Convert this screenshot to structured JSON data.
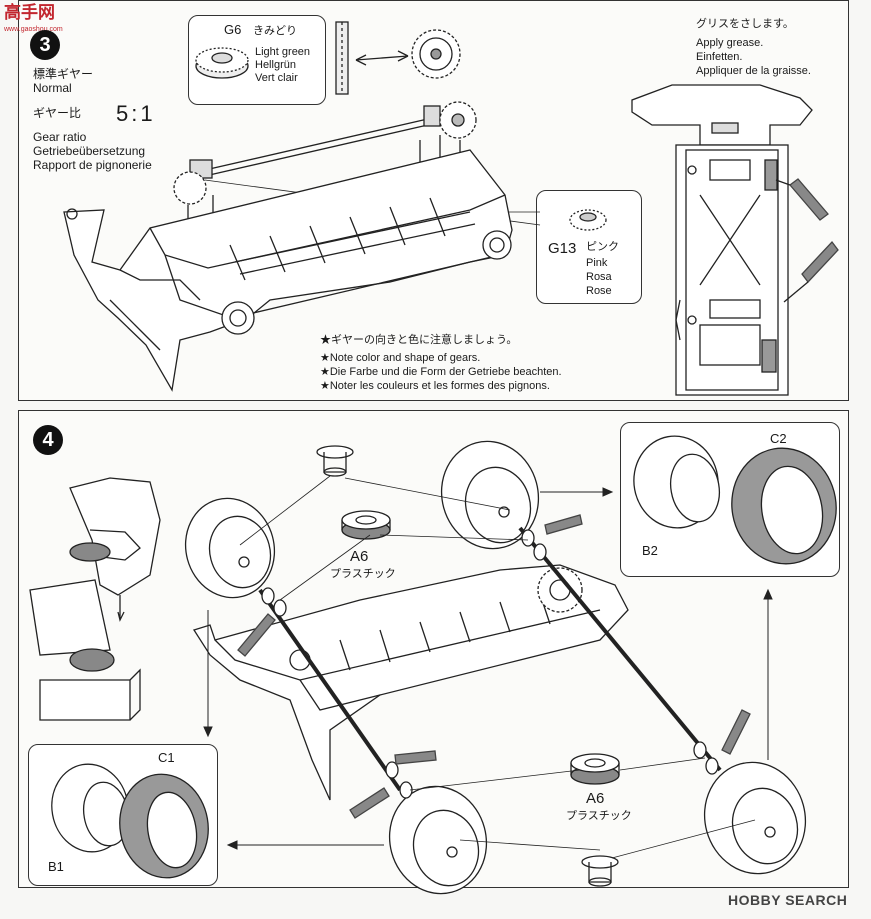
{
  "watermark_top": {
    "brand": "高手网",
    "url": "www.gaoshou.com"
  },
  "step3": {
    "number": "3",
    "normal_jp": "標準ギヤー",
    "normal_en": "Normal",
    "ratio_jp": "ギヤー比",
    "ratio_value": "5:1",
    "ratio_en": "Gear ratio",
    "ratio_de": "Getriebeübersetzung",
    "ratio_fr": "Rapport de pignonerie",
    "g6": {
      "code": "G6",
      "jp": "きみどり",
      "en": "Light green",
      "de": "Hellgrün",
      "fr": "Vert clair"
    },
    "g13": {
      "code": "G13",
      "jp": "ピンク",
      "en": "Pink",
      "de": "Rosa",
      "fr": "Rose"
    },
    "grease_jp": "グリスをさします。",
    "grease_en": "Apply grease.",
    "grease_de": "Einfetten.",
    "grease_fr": "Appliquer de la graisse.",
    "note_jp": "★ギヤーの向きと色に注意しましょう。",
    "note_en": "★Note color and shape of gears.",
    "note_de": "★Die Farbe und die Form der Getriebe beachten.",
    "note_fr": "★Noter les couleurs et les formes des pignons."
  },
  "step4": {
    "number": "4",
    "c2": "C2",
    "b2": "B2",
    "c1": "C1",
    "b1": "B1",
    "a6_top": "A6",
    "a6_top_sub": "プラスチック",
    "a6_bottom": "A6",
    "a6_bottom_sub": "プラスチック"
  },
  "watermark_bottom": "HOBBY SEARCH"
}
